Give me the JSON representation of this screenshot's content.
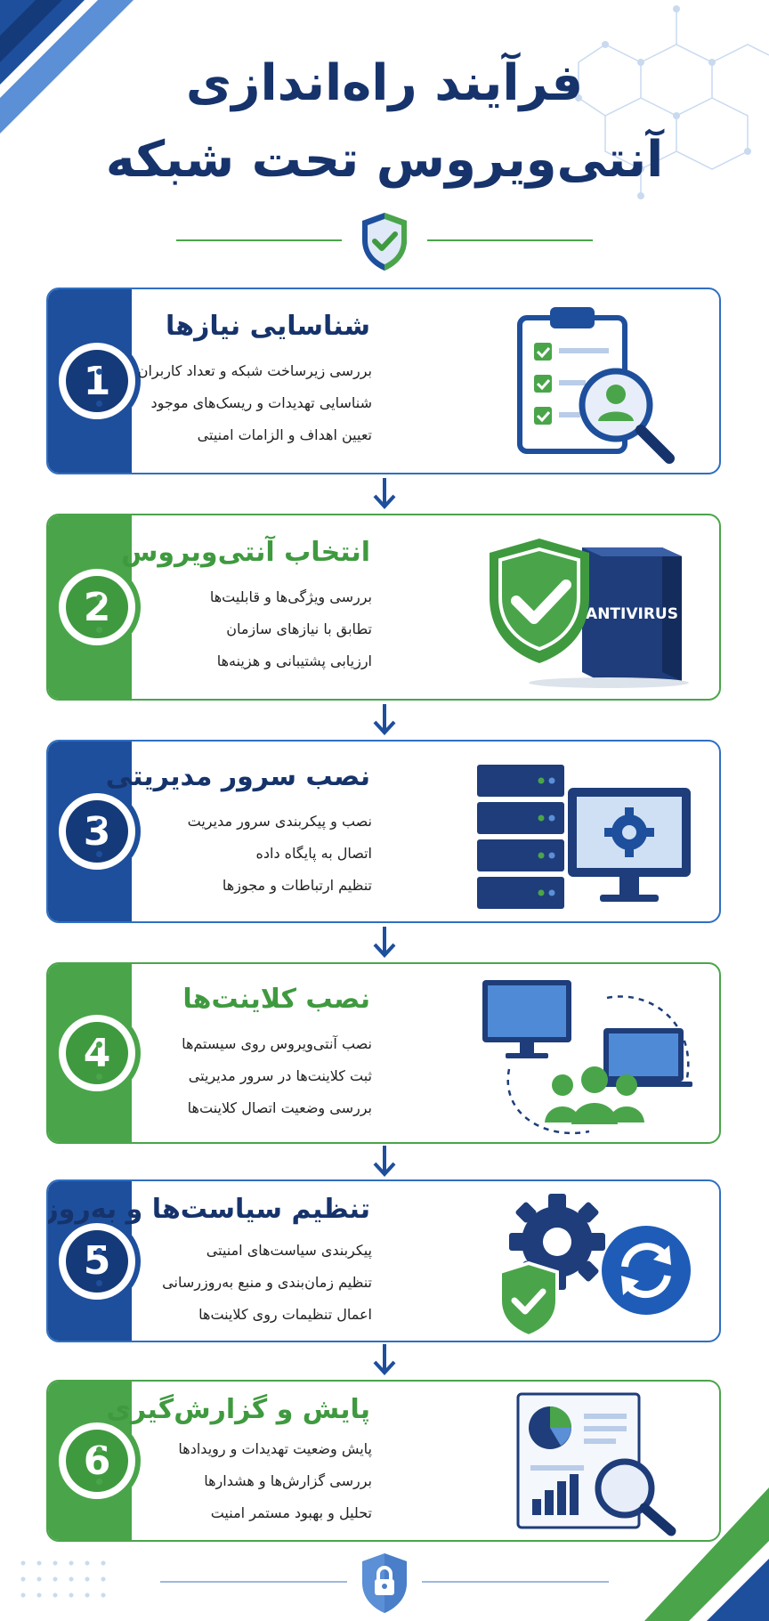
{
  "header": {
    "title_line1": "فرآیند راه‌اندازی",
    "title_line2": "آنتی‌ویروس تحت شبکه",
    "icon": "shield-check-icon"
  },
  "colors": {
    "navy": "#16336b",
    "blue": "#1e4f9c",
    "green": "#4aa54a",
    "light_blue": "#cfe0f5"
  },
  "steps": [
    {
      "number": "1",
      "title": "شناسایی نیازها",
      "color": "blue",
      "icon": "clipboard-search-icon",
      "items": [
        "بررسی زیرساخت شبکه و تعداد کاربران",
        "شناسایی تهدیدات و ریسک‌های موجود",
        "تعیین اهداف و الزامات امنیتی"
      ]
    },
    {
      "number": "2",
      "title": "انتخاب آنتی‌ویروس",
      "color": "green",
      "icon": "shield-antivirus-box-icon",
      "box_label": "ANTIVIRUS",
      "items": [
        "بررسی ویژگی‌ها و قابلیت‌ها",
        "تطابق با نیازهای سازمان",
        "ارزیابی پشتیبانی و هزینه‌ها"
      ]
    },
    {
      "number": "3",
      "title": "نصب سرور مدیریتی",
      "color": "blue",
      "icon": "server-monitor-gear-icon",
      "items": [
        "نصب و پیکربندی سرور مدیریت",
        "اتصال به پایگاه داده",
        "تنظیم ارتباطات و مجوزها"
      ]
    },
    {
      "number": "4",
      "title": "نصب کلاینت‌ها",
      "color": "green",
      "icon": "clients-network-icon",
      "items": [
        "نصب آنتی‌ویروس روی سیستم‌ها",
        "ثبت کلاینت‌ها در سرور مدیریتی",
        "بررسی وضعیت اتصال کلاینت‌ها"
      ]
    },
    {
      "number": "5",
      "title": "تنظیم سیاست‌ها و به‌روزرسانی",
      "color": "blue",
      "icon": "gear-shield-sync-icon",
      "items": [
        "پیکربندی سیاست‌های امنیتی",
        "تنظیم زمان‌بندی و منبع به‌روزرسانی",
        "اعمال تنظیمات روی کلاینت‌ها"
      ]
    },
    {
      "number": "6",
      "title": "پایش و گزارش‌گیری",
      "color": "green",
      "icon": "report-chart-search-icon",
      "items": [
        "پایش وضعیت تهدیدات و رویدادها",
        "بررسی گزارش‌ها و هشدارها",
        "تحلیل و بهبود مستمر امنیت"
      ]
    }
  ],
  "footer": {
    "icon": "lock-shield-icon"
  }
}
